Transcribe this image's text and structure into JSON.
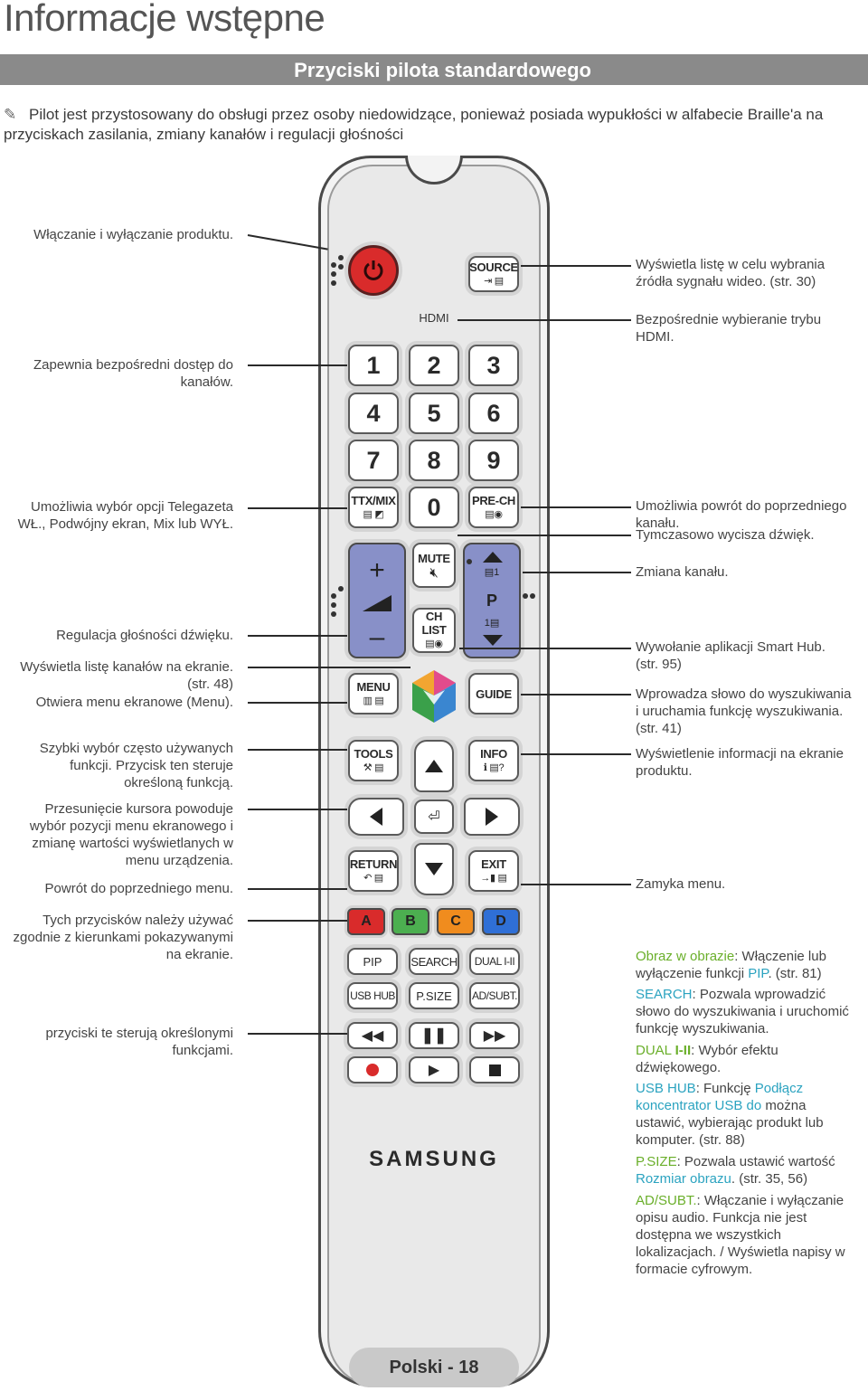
{
  "page": {
    "title": "Informacje wstępne",
    "section": "Przyciski pilota standardowego",
    "note": "Pilot jest przystosowany do obsługi przez osoby niedowidzące, ponieważ posiada wypukłości w alfabecie Braille'a na przyciskach zasilania, zmiany kanałów i regulacji głośności",
    "footer": "Polski - 18"
  },
  "labels_left": {
    "power": "Włączanie i wyłączanie produktu.",
    "channels_1": "Zapewnia bezpośredni dostęp do",
    "channels_2": "kanałów.",
    "ttx_1": "Umożliwia wybór opcji Telegazeta",
    "ttx_2": "WŁ., Podwójny ekran, Mix lub WYŁ.",
    "volume": "Regulacja głośności dźwięku.",
    "chlist_1": "Wyświetla listę kanałów na ekranie.",
    "chlist_2": "(str. 48)",
    "menu": "Otwiera menu ekranowe (Menu).",
    "tools_1": "Szybki wybór często używanych",
    "tools_2": "funkcji. Przycisk ten steruje",
    "tools_3": "określoną funkcją.",
    "cursor_1": "Przesunięcie kursora powoduje",
    "cursor_2": "wybór pozycji menu ekranowego i",
    "cursor_3": "zmianę wartości wyświetlanych w",
    "cursor_4": "menu urządzenia.",
    "return": "Powrót do poprzedniego menu.",
    "color_1": "Tych przycisków należy używać",
    "color_2": "zgodnie z kierunkami pokazywanymi",
    "color_3": "na ekranie.",
    "media_1": "przyciski te sterują określonymi",
    "media_2": "funkcjami."
  },
  "labels_right": {
    "source_1": "Wyświetla listę w celu wybrania",
    "source_2": "źródła sygnału wideo. (str. 30)",
    "hdmi_1": "Bezpośrednie wybieranie trybu",
    "hdmi_2": "HDMI.",
    "prech_1": "Umożliwia powrót do poprzedniego",
    "prech_2": "kanału.",
    "mute": "Tymczasowo wycisza dźwięk.",
    "channel": "Zmiana kanału.",
    "smarthub_1": "Wywołanie aplikacji Smart Hub.",
    "smarthub_2": "(str. 95)",
    "search_1": "Wprowadza słowo do wyszukiwania",
    "search_2": "i uruchamia funkcję wyszukiwania.",
    "search_3": "(str. 41)",
    "info_1": "Wyświetlenie informacji na ekranie",
    "info_2": "produktu.",
    "exit": "Zamyka menu.",
    "pip_a": "Obraz w obrazie",
    "pip_b": ": Włączenie lub",
    "pip_c": "wyłączenie funkcji ",
    "pip_d": "PIP",
    "pip_e": ". (str. 81)",
    "srch_a": "SEARCH",
    "srch_b": ": Pozwala wprowadzić",
    "srch_c": "słowo do wyszukiwania i uruchomić",
    "srch_d": "funkcję wyszukiwania.",
    "dual_a": "DUAL ",
    "dual_b": "I-II",
    "dual_c": ": Wybór efektu",
    "dual_d": "dźwiękowego.",
    "usb_a": "USB HUB",
    "usb_b": ": Funkcję ",
    "usb_c": "Podłącz",
    "usb_d": "koncentrator USB do",
    "usb_e": " można",
    "usb_f": "ustawić, wybierając produkt lub",
    "usb_g": "komputer. (str. 88)",
    "psize_a": "P.SIZE",
    "psize_b": ": Pozwala ustawić wartość",
    "psize_c": "Rozmiar obrazu",
    "psize_d": ". (str. 35, 56)",
    "ad_a": "AD/SUBT.",
    "ad_b": ": Włączanie i wyłączanie",
    "ad_c": "opisu audio. Funkcja nie jest",
    "ad_d": "dostępna we wszystkich",
    "ad_e": "lokalizacjach. / Wyświetla napisy w",
    "ad_f": "formacie cyfrowym."
  },
  "remote": {
    "source": "SOURCE",
    "hdmi": "HDMI",
    "digits": [
      "1",
      "2",
      "3",
      "4",
      "5",
      "6",
      "7",
      "8",
      "9",
      "0"
    ],
    "ttx": "TTX/MIX",
    "prech": "PRE-CH",
    "mute": "MUTE",
    "chlist": "CH LIST",
    "p": "P",
    "menu": "MENU",
    "guide": "GUIDE",
    "tools": "TOOLS",
    "info": "INFO",
    "return": "RETURN",
    "exit": "EXIT",
    "colors": [
      "A",
      "B",
      "C",
      "D"
    ],
    "color_hex": [
      "#d92b2b",
      "#4caf50",
      "#f08c1e",
      "#2f6fd6"
    ],
    "pip": "PIP",
    "search": "SEARCH",
    "dual": "DUAL I-II",
    "usbhub": "USB HUB",
    "psize": "P.SIZE",
    "adsubt": "AD/SUBT.",
    "brand": "SAMSUNG"
  }
}
